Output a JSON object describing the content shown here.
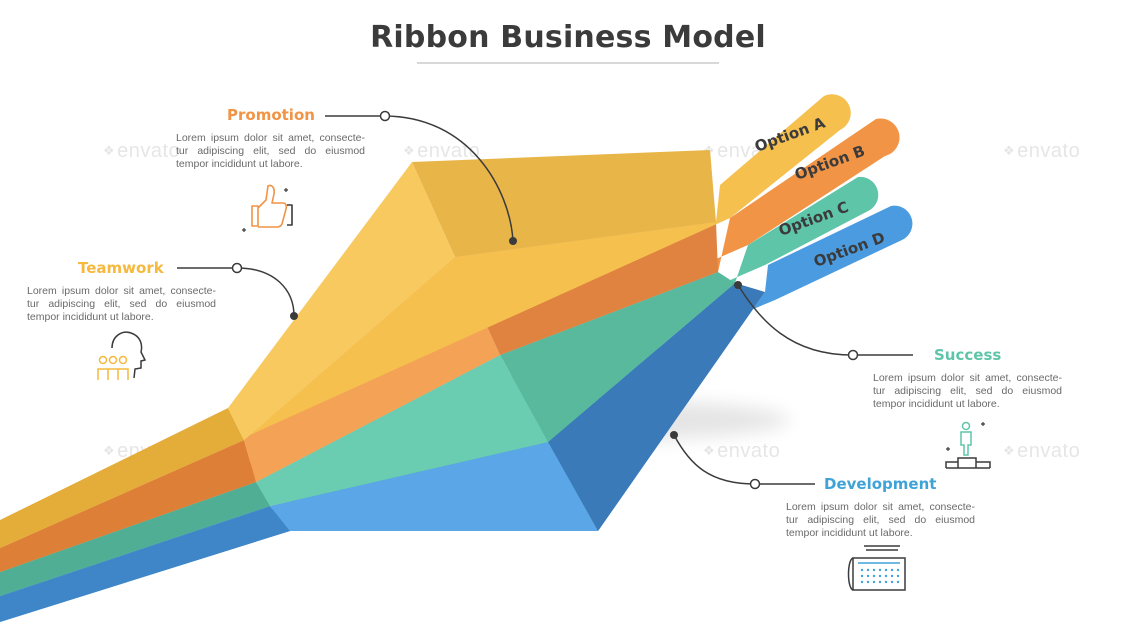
{
  "title": "Ribbon Business Model",
  "watermark": "envato",
  "options": [
    {
      "label": "Option A",
      "color": "#f5c04e"
    },
    {
      "label": "Option B",
      "color": "#f19446"
    },
    {
      "label": "Option C",
      "color": "#5ec5a9"
    },
    {
      "label": "Option D",
      "color": "#4a9be0"
    }
  ],
  "blocks": [
    {
      "heading": "Promotion",
      "color": "#f19446",
      "icon": "thumbs-up-icon",
      "text": "Lorem ipsum dolor sit amet, consecte-tur adipiscing elit, sed do eiusmod tempor incididunt ut labore."
    },
    {
      "heading": "Teamwork",
      "color": "#f5b93f",
      "icon": "team-icon",
      "text": "Lorem ipsum dolor sit amet, consecte-tur adipiscing elit, sed do eiusmod tempor incididunt ut labore."
    },
    {
      "heading": "Success",
      "color": "#5ec5a9",
      "icon": "podium-icon",
      "text": "Lorem ipsum dolor sit amet, consecte-tur adipiscing elit, sed do eiusmod tempor incididunt ut labore."
    },
    {
      "heading": "Development",
      "color": "#3fa3d8",
      "icon": "calendar-plan-icon",
      "text": "Lorem ipsum dolor sit amet, consecte-tur adipiscing elit, sed do eiusmod tempor incididunt ut labore."
    }
  ]
}
